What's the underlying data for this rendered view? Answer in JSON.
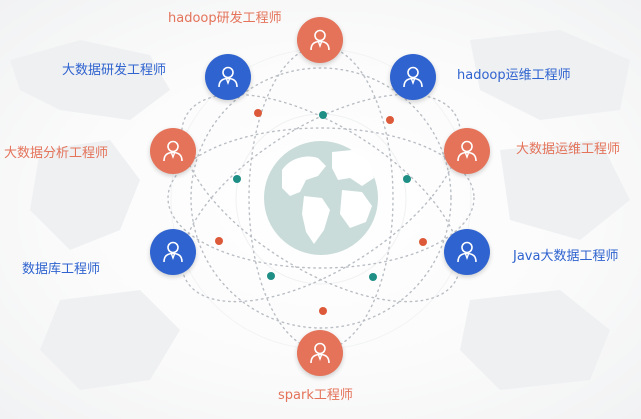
{
  "colors": {
    "orange": "#e4735a",
    "blue": "#2f63cf",
    "teal": "#1f8f86",
    "red_dot": "#dc5a3a",
    "globe": "#c9dcd9",
    "globe_land": "#ffffff",
    "orbit": "#b9bec4"
  },
  "roles": [
    {
      "id": "hadoop-dev",
      "label": "hadoop研发工程师",
      "color": "orange"
    },
    {
      "id": "bigdata-dev",
      "label": "大数据研发工程师",
      "color": "blue"
    },
    {
      "id": "hadoop-ops",
      "label": "hadoop运维工程师",
      "color": "blue"
    },
    {
      "id": "bigdata-analysis",
      "label": "大数据分析工程师",
      "color": "orange"
    },
    {
      "id": "bigdata-ops",
      "label": "大数据运维工程师",
      "color": "orange"
    },
    {
      "id": "database",
      "label": "数据库工程师",
      "color": "blue"
    },
    {
      "id": "java-bigdata",
      "label": "Java大数据工程师",
      "color": "blue"
    },
    {
      "id": "spark",
      "label": "spark工程师",
      "color": "orange"
    }
  ],
  "icons": {
    "person": "person-icon",
    "globe": "globe-icon"
  }
}
